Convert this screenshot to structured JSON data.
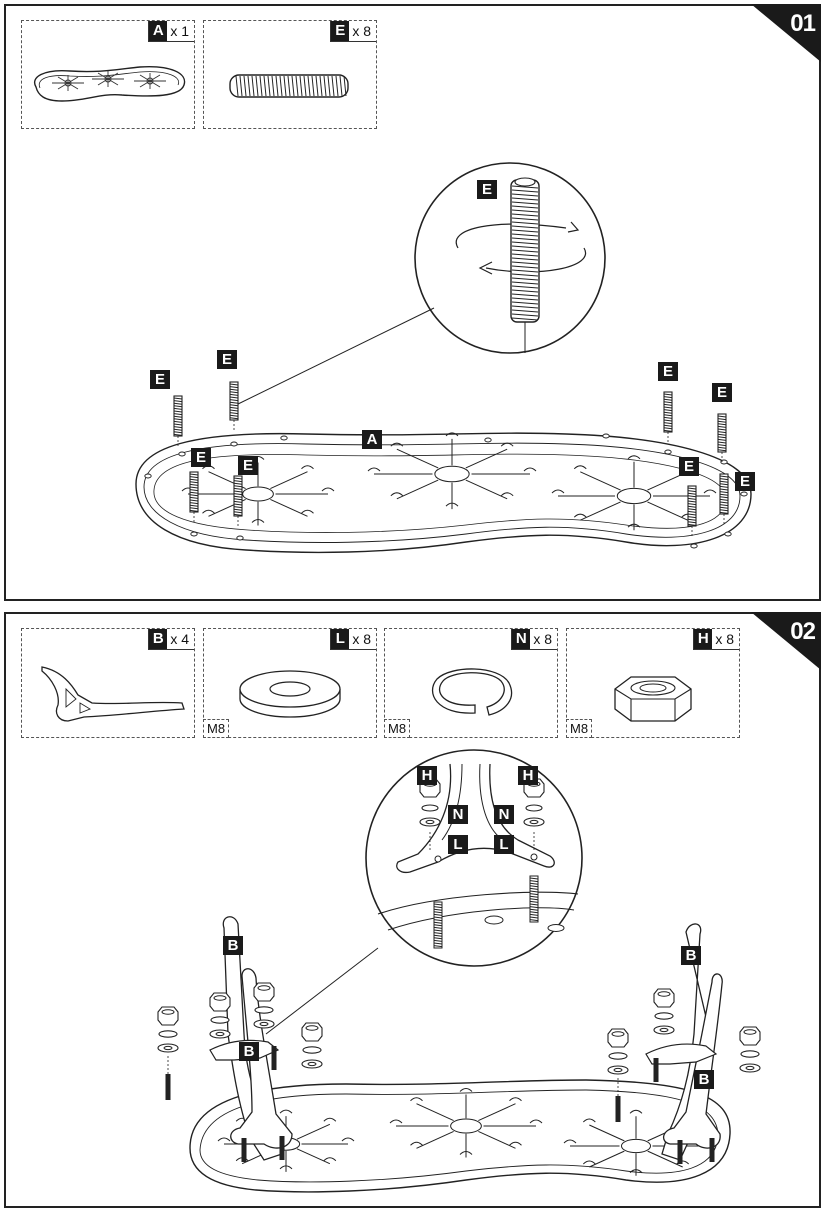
{
  "steps": [
    {
      "number": "01",
      "parts": [
        {
          "letter": "A",
          "qty": "x 1",
          "icon": "tabletop-icon"
        },
        {
          "letter": "E",
          "qty": "x 8",
          "icon": "threaded-rod-icon"
        }
      ],
      "labels": {
        "top": "A",
        "rod": "E",
        "detail": "E"
      }
    },
    {
      "number": "02",
      "parts": [
        {
          "letter": "B",
          "qty": "x 4",
          "icon": "leg-icon",
          "size": ""
        },
        {
          "letter": "L",
          "qty": "x 8",
          "icon": "flat-washer-icon",
          "size": "M8"
        },
        {
          "letter": "N",
          "qty": "x 8",
          "icon": "spring-washer-icon",
          "size": "M8"
        },
        {
          "letter": "H",
          "qty": "x 8",
          "icon": "hex-nut-icon",
          "size": "M8"
        }
      ],
      "labels": {
        "leg": "B",
        "nut": "H",
        "spring": "N",
        "washer": "L"
      }
    }
  ],
  "colors": {
    "line": "#1a1a1a",
    "label_bg": "#1a1a1a",
    "label_text": "#ffffff"
  }
}
